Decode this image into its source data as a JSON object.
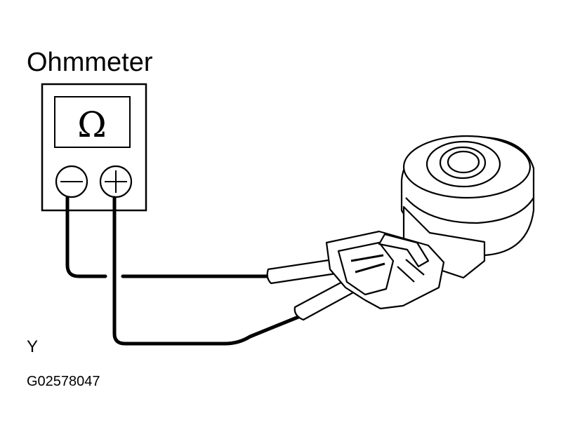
{
  "title": "Ohmmeter",
  "display_symbol": "Ω",
  "terminal_negative": "−",
  "terminal_positive": "+",
  "corner_letter": "Y",
  "figure_code": "G02578047",
  "colors": {
    "ink": "#000000",
    "paper": "#ffffff",
    "cable": "#1a1a1a"
  }
}
